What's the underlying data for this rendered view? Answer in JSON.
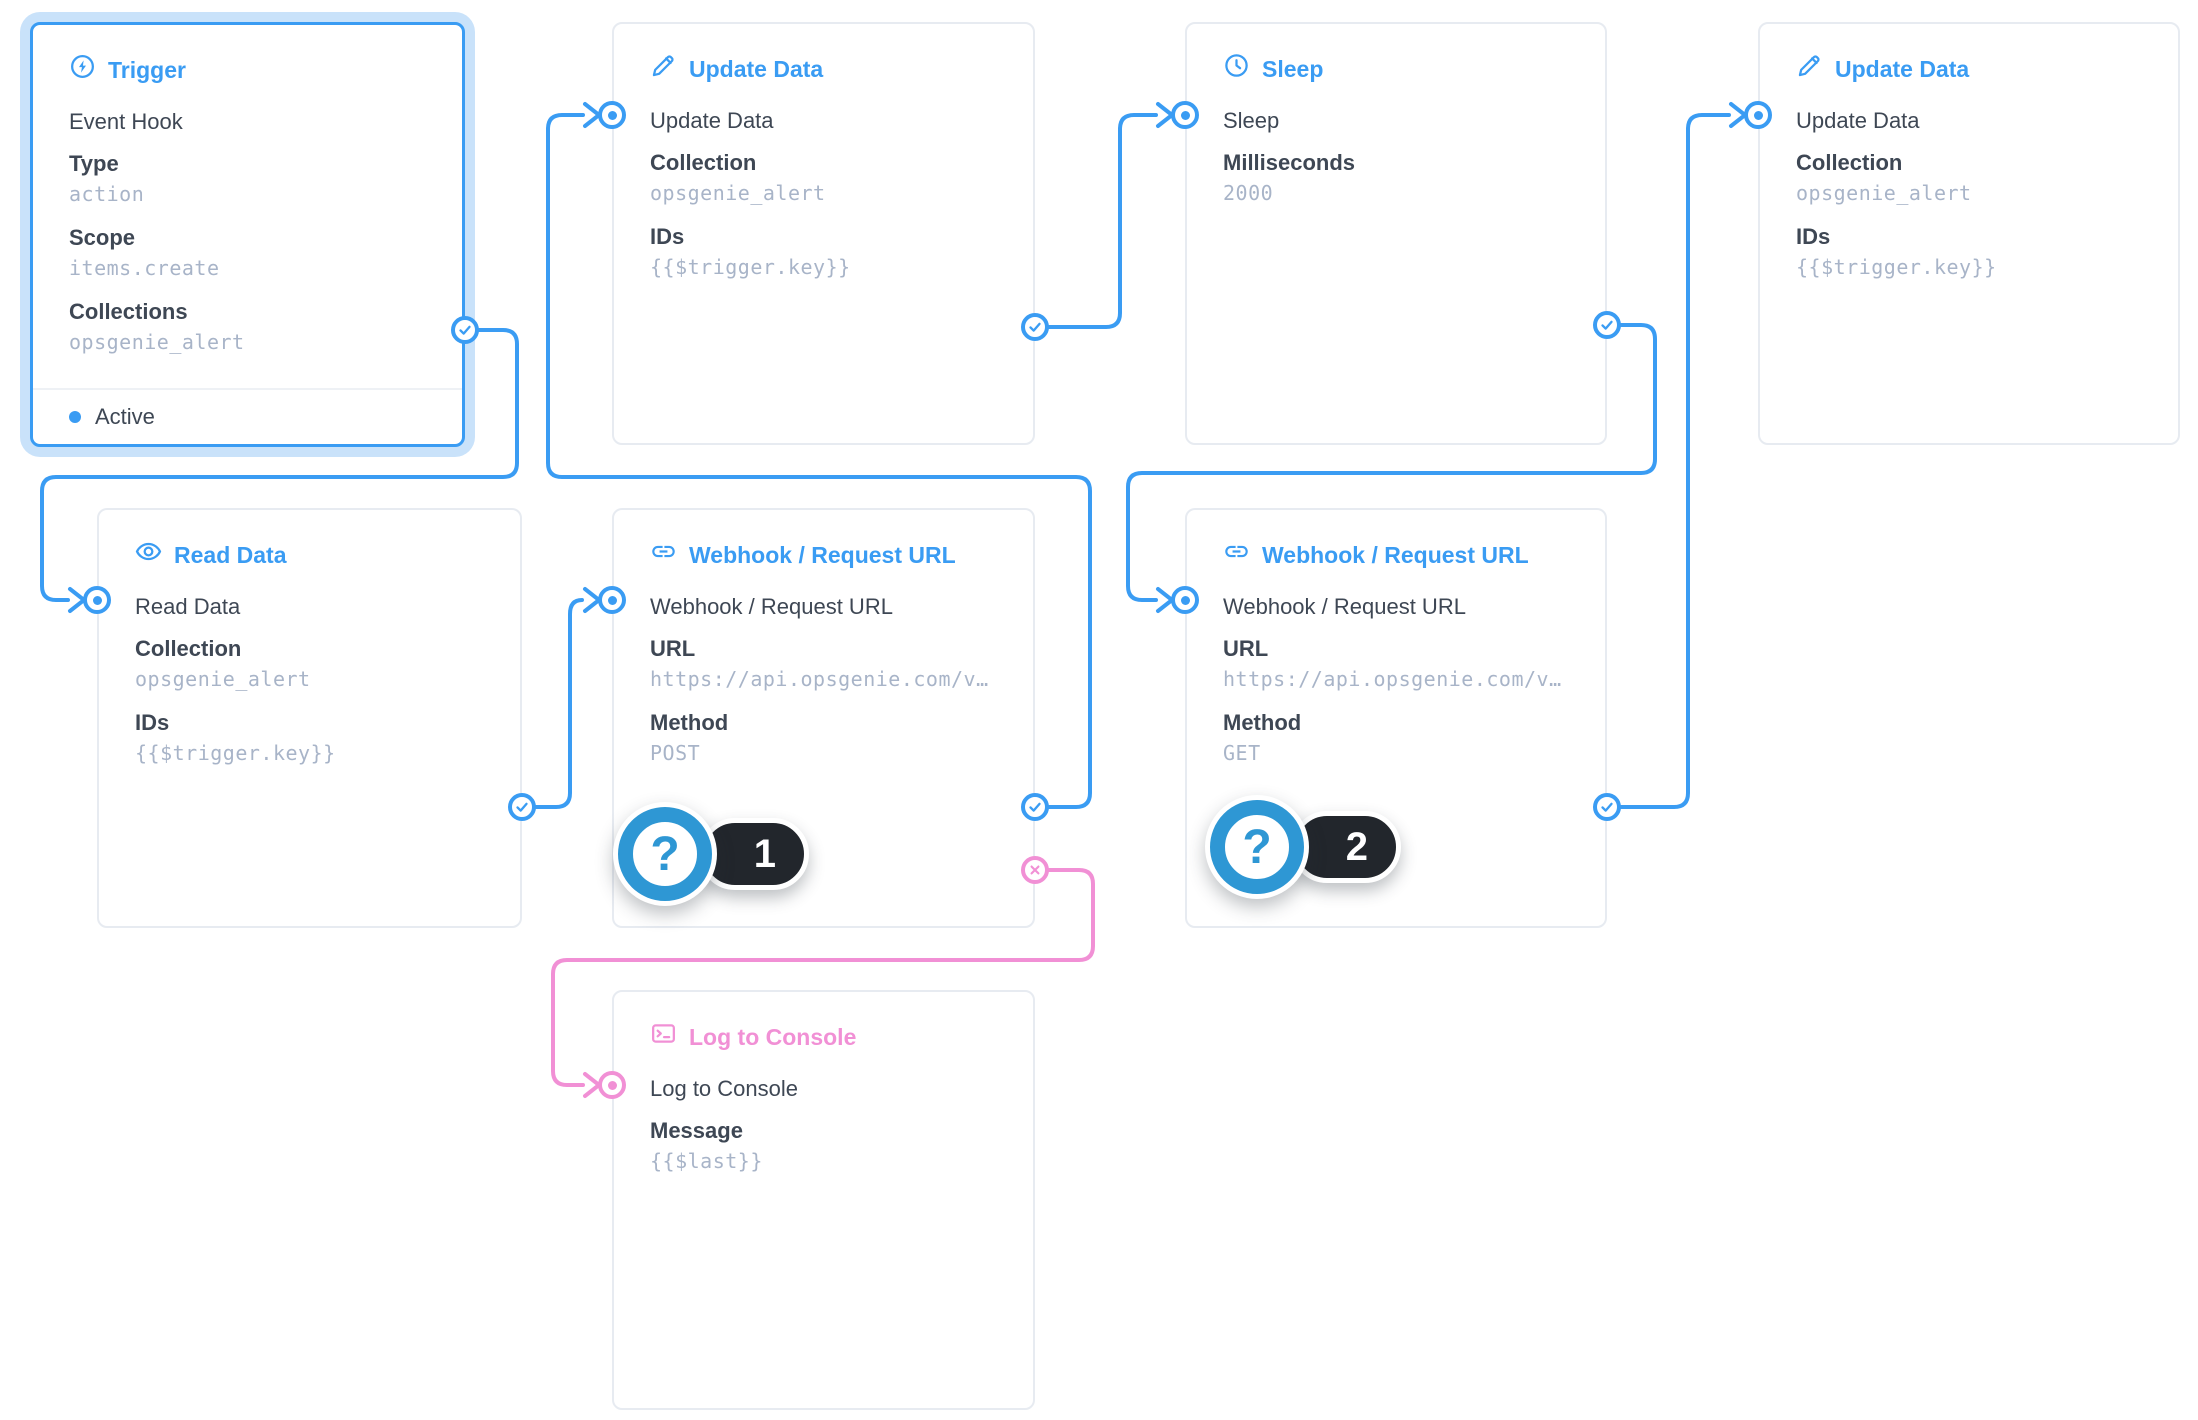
{
  "theme": {
    "blue": "#3a9cf3",
    "blue-soft": "#c9e2fa",
    "pink": "#f190d5",
    "text": "#3e4754",
    "muted": "#a8b4c8",
    "border": "#e7ebf1",
    "badge-blue": "#2e97d4",
    "badge-dark": "#22262c"
  },
  "nodes": {
    "trigger": {
      "title": "Trigger",
      "icon": "bolt-circle-icon",
      "name": "Event Hook",
      "fields": [
        {
          "label": "Type",
          "value": "action"
        },
        {
          "label": "Scope",
          "value": "items.create"
        },
        {
          "label": "Collections",
          "value": "opsgenie_alert"
        }
      ],
      "status": "Active"
    },
    "update1": {
      "title": "Update Data",
      "icon": "pencil-icon",
      "name": "Update Data",
      "fields": [
        {
          "label": "Collection",
          "value": "opsgenie_alert"
        },
        {
          "label": "IDs",
          "value": "{{$trigger.key}}"
        }
      ]
    },
    "sleep": {
      "title": "Sleep",
      "icon": "clock-icon",
      "name": "Sleep",
      "fields": [
        {
          "label": "Milliseconds",
          "value": "2000"
        }
      ]
    },
    "update2": {
      "title": "Update Data",
      "icon": "pencil-icon",
      "name": "Update Data",
      "fields": [
        {
          "label": "Collection",
          "value": "opsgenie_alert"
        },
        {
          "label": "IDs",
          "value": "{{$trigger.key}}"
        }
      ]
    },
    "read": {
      "title": "Read Data",
      "icon": "eye-icon",
      "name": "Read Data",
      "fields": [
        {
          "label": "Collection",
          "value": "opsgenie_alert"
        },
        {
          "label": "IDs",
          "value": "{{$trigger.key}}"
        }
      ]
    },
    "webhook1": {
      "title": "Webhook / Request URL",
      "icon": "link-icon",
      "name": "Webhook / Request URL",
      "fields": [
        {
          "label": "URL",
          "value": "https://api.opsgenie.com/v…"
        },
        {
          "label": "Method",
          "value": "POST"
        }
      ],
      "badge": "1"
    },
    "webhook2": {
      "title": "Webhook / Request URL",
      "icon": "link-icon",
      "name": "Webhook / Request URL",
      "fields": [
        {
          "label": "URL",
          "value": "https://api.opsgenie.com/v…"
        },
        {
          "label": "Method",
          "value": "GET"
        }
      ],
      "badge": "2"
    },
    "log": {
      "title": "Log to Console",
      "icon": "terminal-icon",
      "name": "Log to Console",
      "fields": [
        {
          "label": "Message",
          "value": "{{$last}}"
        }
      ]
    }
  }
}
